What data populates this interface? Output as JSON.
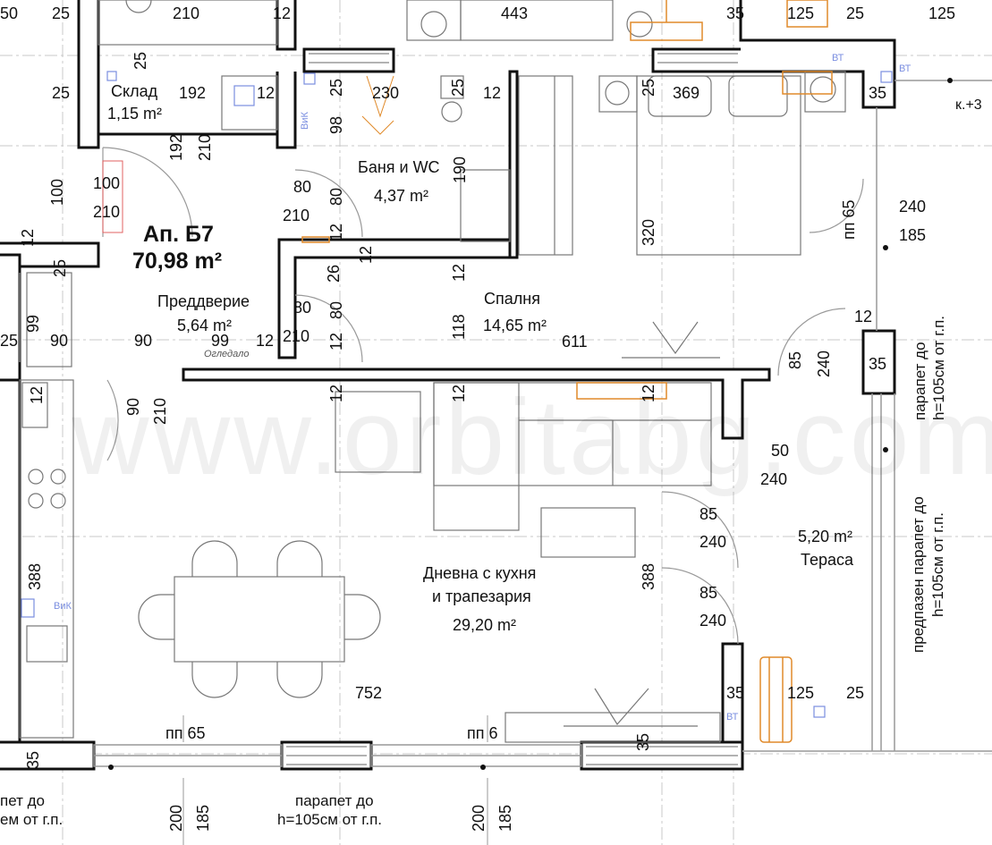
{
  "apartment": {
    "code": "Ап. Б7",
    "area": "70,98 m²"
  },
  "rooms": {
    "storage": {
      "name": "Склад",
      "area": "1,15 m²"
    },
    "bath": {
      "name": "Баня и WC",
      "area": "4,37 m²"
    },
    "hall": {
      "name": "Преддверие",
      "area": "5,64 m²"
    },
    "bedroom": {
      "name": "Спалня",
      "area": "14,65 m²"
    },
    "living": {
      "name": "Дневна с кухня",
      "name2": "и трапезария",
      "area": "29,20 m²"
    },
    "terrace": {
      "name": "Тераса",
      "area": "5,20 m²"
    }
  },
  "labels": {
    "mirror": "Огледало",
    "parapet_left": "пет до",
    "parapet_left2": "ем от г.п.",
    "parapet_mid": "парапет до",
    "parapet_mid2": "h=105см от г.п.",
    "parapet_right_1": "парапет до",
    "parapet_right_1b": "h=105см от г.п.",
    "parapet_right_2": "предпазен парапет до",
    "parapet_right_2b": "h=105см от г.п.",
    "level": "к.+3",
    "bt": "ВТ",
    "vik": "ВиК",
    "pp65a": "пп 65",
    "pp65b": "пп 65",
    "pp6": "пп 6",
    "watermark": "www.orbitabg.com"
  },
  "dims": {
    "d50": "50",
    "d25a": "25",
    "d210a": "210",
    "d12a": "12",
    "d443": "443",
    "d35a": "35",
    "d125a": "125",
    "d25b": "25",
    "d125b": "125",
    "d25c": "25",
    "d192a": "192",
    "d12b": "12",
    "d25d": "25",
    "d230": "230",
    "d25e": "25",
    "d12c": "12",
    "d25f": "25",
    "d369": "369",
    "d35b": "35",
    "d25g": "25",
    "d98": "98",
    "d192b": "192",
    "d210b": "210",
    "d190": "190",
    "d100a": "100",
    "d100b": "100",
    "d210c": "210",
    "d80a": "80",
    "d210d": "210",
    "d80b": "80",
    "d12d": "12",
    "d12e": "12",
    "d320": "320",
    "d240a": "240",
    "d185a": "185",
    "d12f": "12",
    "d25h": "25",
    "d26": "26",
    "d12g": "12",
    "d12h": "12",
    "d80c": "80",
    "d80d": "80",
    "d99a": "99",
    "d118": "118",
    "d25i": "25",
    "d90a": "90",
    "d90b": "90",
    "d99b": "99",
    "d12i": "12",
    "d210e": "210",
    "d12j": "12",
    "d611": "611",
    "d12k": "12",
    "d85a": "85",
    "d240b": "240",
    "d35c": "35",
    "d12l": "12",
    "d12m": "12",
    "d12n": "12",
    "d90c": "90",
    "d210f": "210",
    "d50b": "50",
    "d240c": "240",
    "d85b": "85",
    "d240d": "240",
    "d388a": "388",
    "d388b": "388",
    "d85c": "85",
    "d240e": "240",
    "d752": "752",
    "d35d": "35",
    "d125c": "125",
    "d25j": "25",
    "d35e": "35",
    "d35f": "35",
    "d200a": "200",
    "d185b": "185",
    "d200b": "200",
    "d185c": "185"
  }
}
